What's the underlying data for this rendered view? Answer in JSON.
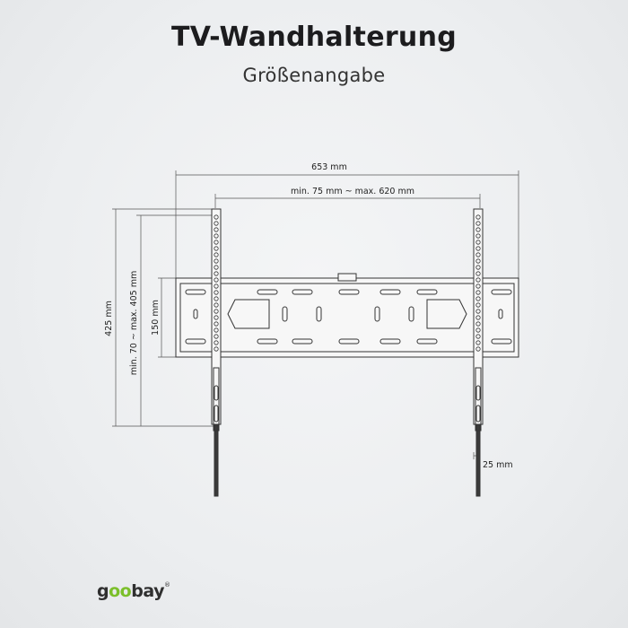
{
  "header": {
    "title": "TV-Wandhalterung",
    "subtitle": "Größenangabe"
  },
  "dimensions": {
    "total_width": "653 mm",
    "vesa_width": "min. 75 mm ~ max. 620 mm",
    "total_height": "425 mm",
    "vesa_height": "min. 70 ~ max. 405 mm",
    "bracket_height": "150 mm",
    "depth": "25 mm"
  },
  "brand": {
    "logo_g": "g",
    "logo_o1": "o",
    "logo_o2": "o",
    "logo_rest": "bay",
    "registered": "®",
    "accent_color": "#7bbf2a"
  }
}
